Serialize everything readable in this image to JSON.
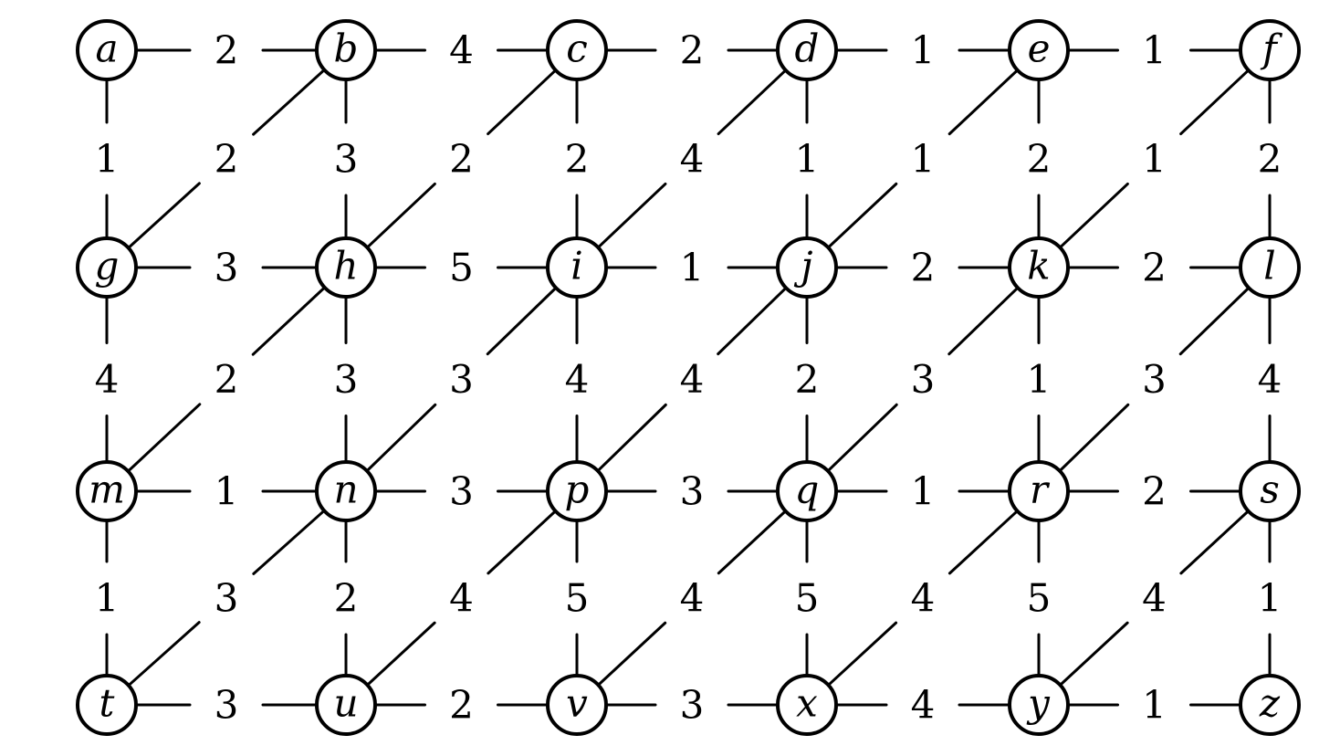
{
  "graph": {
    "rows": [
      [
        "a",
        "b",
        "c",
        "d",
        "e",
        "f"
      ],
      [
        "g",
        "h",
        "i",
        "j",
        "k",
        "l"
      ],
      [
        "m",
        "n",
        "p",
        "q",
        "r",
        "s"
      ],
      [
        "t",
        "u",
        "v",
        "x",
        "y",
        "z"
      ]
    ],
    "edges": [
      {
        "from": "a",
        "to": "b",
        "weight": "2"
      },
      {
        "from": "b",
        "to": "c",
        "weight": "4"
      },
      {
        "from": "c",
        "to": "d",
        "weight": "2"
      },
      {
        "from": "d",
        "to": "e",
        "weight": "1"
      },
      {
        "from": "e",
        "to": "f",
        "weight": "1"
      },
      {
        "from": "a",
        "to": "g",
        "weight": "1"
      },
      {
        "from": "g",
        "to": "b",
        "weight": "2"
      },
      {
        "from": "b",
        "to": "h",
        "weight": "3"
      },
      {
        "from": "h",
        "to": "c",
        "weight": "2"
      },
      {
        "from": "c",
        "to": "i",
        "weight": "2"
      },
      {
        "from": "i",
        "to": "d",
        "weight": "4"
      },
      {
        "from": "d",
        "to": "j",
        "weight": "1"
      },
      {
        "from": "j",
        "to": "e",
        "weight": "1"
      },
      {
        "from": "e",
        "to": "k",
        "weight": "2"
      },
      {
        "from": "k",
        "to": "f",
        "weight": "1"
      },
      {
        "from": "f",
        "to": "l",
        "weight": "2"
      },
      {
        "from": "g",
        "to": "h",
        "weight": "3"
      },
      {
        "from": "h",
        "to": "i",
        "weight": "5"
      },
      {
        "from": "i",
        "to": "j",
        "weight": "1"
      },
      {
        "from": "j",
        "to": "k",
        "weight": "2"
      },
      {
        "from": "k",
        "to": "l",
        "weight": "2"
      },
      {
        "from": "g",
        "to": "m",
        "weight": "4"
      },
      {
        "from": "m",
        "to": "h",
        "weight": "2"
      },
      {
        "from": "h",
        "to": "n",
        "weight": "3"
      },
      {
        "from": "n",
        "to": "i",
        "weight": "3"
      },
      {
        "from": "i",
        "to": "p",
        "weight": "4"
      },
      {
        "from": "p",
        "to": "j",
        "weight": "4"
      },
      {
        "from": "j",
        "to": "q",
        "weight": "2"
      },
      {
        "from": "q",
        "to": "k",
        "weight": "3"
      },
      {
        "from": "k",
        "to": "r",
        "weight": "1"
      },
      {
        "from": "r",
        "to": "l",
        "weight": "3"
      },
      {
        "from": "l",
        "to": "s",
        "weight": "4"
      },
      {
        "from": "m",
        "to": "n",
        "weight": "1"
      },
      {
        "from": "n",
        "to": "p",
        "weight": "3"
      },
      {
        "from": "p",
        "to": "q",
        "weight": "3"
      },
      {
        "from": "q",
        "to": "r",
        "weight": "1"
      },
      {
        "from": "r",
        "to": "s",
        "weight": "2"
      },
      {
        "from": "m",
        "to": "t",
        "weight": "1"
      },
      {
        "from": "t",
        "to": "n",
        "weight": "3"
      },
      {
        "from": "n",
        "to": "u",
        "weight": "2"
      },
      {
        "from": "u",
        "to": "p",
        "weight": "4"
      },
      {
        "from": "p",
        "to": "v",
        "weight": "5"
      },
      {
        "from": "v",
        "to": "q",
        "weight": "4"
      },
      {
        "from": "q",
        "to": "x",
        "weight": "5"
      },
      {
        "from": "x",
        "to": "r",
        "weight": "4"
      },
      {
        "from": "r",
        "to": "y",
        "weight": "5"
      },
      {
        "from": "y",
        "to": "s",
        "weight": "4"
      },
      {
        "from": "s",
        "to": "z",
        "weight": "1"
      },
      {
        "from": "t",
        "to": "u",
        "weight": "3"
      },
      {
        "from": "u",
        "to": "v",
        "weight": "2"
      },
      {
        "from": "v",
        "to": "x",
        "weight": "3"
      },
      {
        "from": "x",
        "to": "y",
        "weight": "4"
      },
      {
        "from": "y",
        "to": "z",
        "weight": "1"
      }
    ]
  }
}
